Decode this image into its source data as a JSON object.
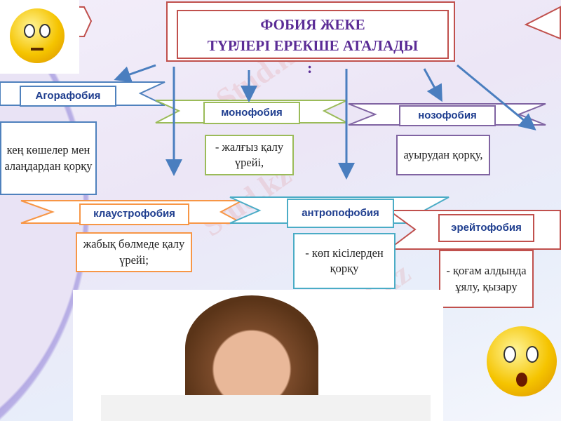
{
  "title": {
    "line1": "ФОБИЯ ЖЕКЕ",
    "line2": "ТҮРЛЕРІ ЕРЕКШЕ АТАЛАДЫ",
    "colon": ":"
  },
  "phobias": [
    {
      "name": "Агорафобия",
      "desc": "кең көшелер мен алаңдардан қорқу",
      "color": "#4f81bd"
    },
    {
      "name": "монофобия",
      "desc": "- жалғыз қалу үрейі,",
      "color": "#9bbb59"
    },
    {
      "name": "нозофобия",
      "desc": "ауырудан қорқу,",
      "color": "#8064a2"
    },
    {
      "name": "клаустрофобия",
      "desc": "жабық бөлмеде қалу үрейі;",
      "color": "#f79646"
    },
    {
      "name": "антропофобия",
      "desc": "- көп кісілерден қорқу",
      "color": "#4bacc6"
    },
    {
      "name": "эрейтофобия",
      "desc": "- қоғам алдында ұялу, қызару",
      "color": "#c0504d"
    }
  ],
  "watermark": "Stud.kz",
  "arrow_color": "#4a7ebf"
}
